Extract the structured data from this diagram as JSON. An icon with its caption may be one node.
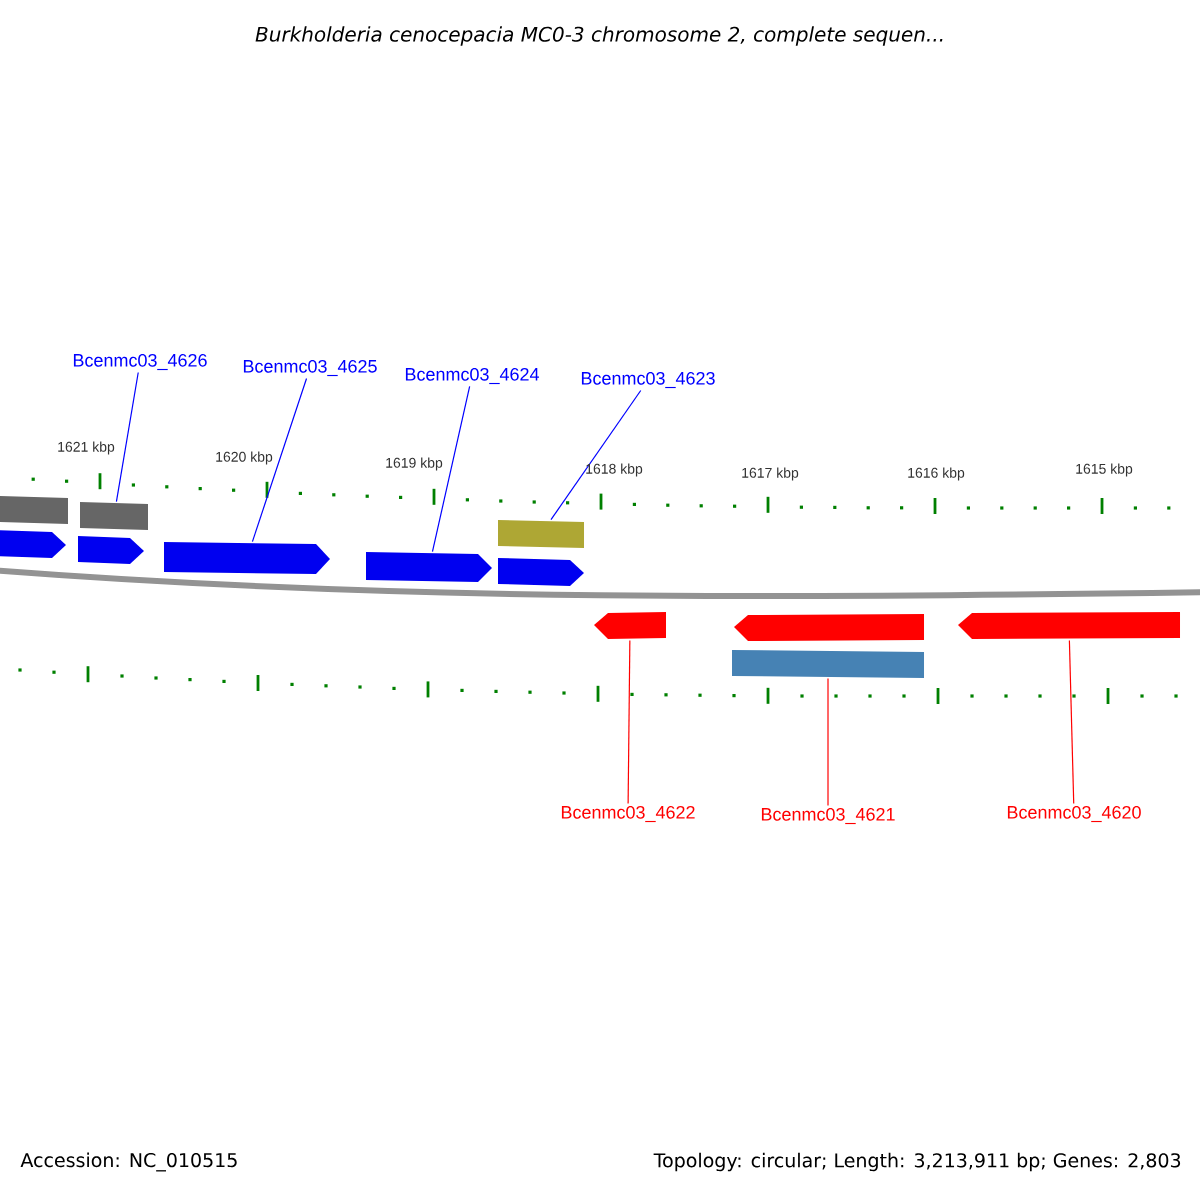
{
  "diagram": {
    "title": "Burkholderia cenocepacia MC0-3 chromosome 2, complete sequen...",
    "nodes": [
      {
        "text": [
          "Bcenmc03_4626"
        ]
      },
      {
        "text": [
          "Bcenmc03_4625"
        ]
      },
      {
        "text": [
          "Bcenmc03_4624"
        ]
      },
      {
        "text": [
          "Bcenmc03_4623"
        ]
      },
      {
        "text": [
          "Bcenmc03_4622"
        ]
      },
      {
        "text": [
          "Bcenmc03_4621"
        ]
      },
      {
        "text": [
          "Bcenmc03_4620"
        ]
      },
      {
        "text": [],
        "shape": "box"
      },
      {
        "text": [],
        "shape": "box"
      },
      {
        "text": [],
        "shape": "bar"
      },
      {
        "text": [],
        "shape": "bar"
      },
      {
        "text": [],
        "shape": "bar"
      },
      {
        "text": [],
        "shape": "bar"
      },
      {
        "text": [],
        "shape": "bar"
      },
      {
        "text": [],
        "shape": "box"
      },
      {
        "text": [],
        "shape": "bar"
      },
      {
        "text": [],
        "shape": "bar"
      },
      {
        "text": [],
        "shape": "bar"
      },
      {
        "text": [],
        "shape": "box"
      }
    ],
    "edges": [
      {
        "from": 0,
        "to": 8,
        "arrow": "none"
      },
      {
        "from": 1,
        "to": 11,
        "arrow": "none"
      },
      {
        "from": 2,
        "to": 12,
        "arrow": "none"
      },
      {
        "from": 3,
        "to": 14,
        "arrow": "none"
      },
      {
        "from": 4,
        "to": 15,
        "arrow": "none",
        "color": "#ff0000"
      },
      {
        "from": 5,
        "to": 18,
        "arrow": "none",
        "color": "#ff0000"
      },
      {
        "from": 6,
        "to": 17,
        "arrow": "none",
        "color": "#ff0000"
      }
    ],
    "labels": [
      "1621 kbp",
      "1620 kbp",
      "1619 kbp",
      "1618 kbp",
      "1617 kbp",
      "1616 kbp",
      "1615 kbp",
      "Accession: NC_010515",
      "Topology: circular; Length: 3,213,911 bp; Genes: 2,803"
    ]
  }
}
